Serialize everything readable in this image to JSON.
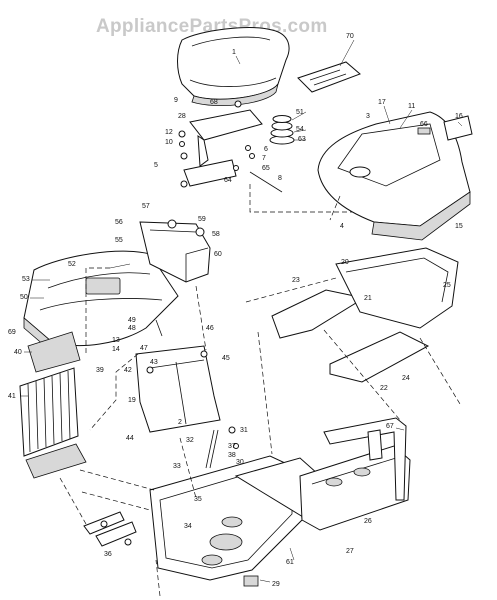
{
  "watermark": "AppliancePartsPros.com",
  "callouts": {
    "c1": "1",
    "c2": "2",
    "c3": "3",
    "c4": "4",
    "c5": "5",
    "c6": "6",
    "c7": "7",
    "c8": "8",
    "c9": "9",
    "c10": "10",
    "c11": "11",
    "c12": "12",
    "c13": "13",
    "c14": "14",
    "c15": "15",
    "c16": "16",
    "c17": "17",
    "c19": "19",
    "c20": "20",
    "c21": "21",
    "c22": "22",
    "c23": "23",
    "c24": "24",
    "c25": "25",
    "c26": "26",
    "c27": "27",
    "c28": "28",
    "c29": "29",
    "c30": "30",
    "c31": "31",
    "c32": "32",
    "c33": "33",
    "c34": "34",
    "c35": "35",
    "c36": "36",
    "c37": "37",
    "c38": "38",
    "c39": "39",
    "c40": "40",
    "c41": "41",
    "c42": "42",
    "c43": "43",
    "c44": "44",
    "c45": "45",
    "c46": "46",
    "c47": "47",
    "c48": "48",
    "c49": "49",
    "c50": "50",
    "c51": "51",
    "c52": "52",
    "c53": "53",
    "c54": "54",
    "c55": "55",
    "c56": "56",
    "c57": "57",
    "c58": "58",
    "c59": "59",
    "c60": "60",
    "c61": "61",
    "c63": "63",
    "c64": "64",
    "c65": "65",
    "c66": "66",
    "c67": "67",
    "c68": "68",
    "c69": "69",
    "c70": "70"
  }
}
